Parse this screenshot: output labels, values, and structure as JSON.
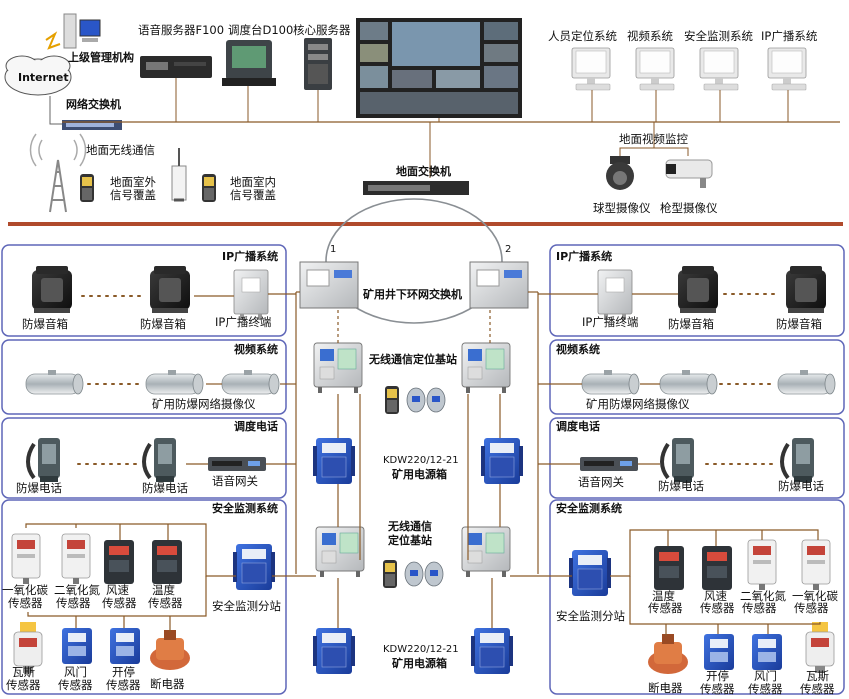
{
  "top": {
    "internet": "Internet",
    "upper_org": "上级管理机构",
    "net_switch": "网络交换机",
    "voice_server": "语音服务器F100",
    "dispatch": "调度台D100",
    "core_server": "核心服务器",
    "sys_personnel": "人员定位系统",
    "sys_video": "视频系统",
    "sys_safety": "安全监测系统",
    "sys_ipbroadcast": "IP广播系统",
    "surface_video": "地面视频监控",
    "dome_cam": "球型摄像仪",
    "bullet_cam": "枪型摄像仪",
    "surface_wireless": "地面无线通信",
    "outdoor_cov_1": "地面室外",
    "outdoor_cov_2": "信号覆盖",
    "indoor_cov_1": "地面室内",
    "indoor_cov_2": "信号覆盖",
    "surface_switch": "地面交换机"
  },
  "center": {
    "ring_switch": "矿用井下环网交换机",
    "ring_no_1": "1",
    "ring_no_2": "2",
    "base_station_1": "无线通信定位基站",
    "power_model_1": "KDW220/12-21",
    "power_name_1": "矿用电源箱",
    "base_station_2a": "无线通信",
    "base_station_2b": "定位基站",
    "power_model_2": "KDW220/12-21",
    "power_name_2": "矿用电源箱"
  },
  "left": {
    "ip_title": "IP广播系统",
    "ip_speaker_1": "防爆音箱",
    "ip_speaker_2": "防爆音箱",
    "ip_terminal": "IP广播终端",
    "video_title": "视频系统",
    "video_cam": "矿用防爆网络摄像仪",
    "phone_title": "调度电话",
    "phone_1": "防爆电话",
    "phone_2": "防爆电话",
    "voice_gw": "语音网关",
    "safety_title": "安全监测系统",
    "s_co_1": "一氧化碳",
    "s_co_2": "传感器",
    "s_co2_1": "二氧化氮",
    "s_co2_2": "传感器",
    "s_wind_1": "风速",
    "s_wind_2": "传感器",
    "s_temp_1": "温度",
    "s_temp_2": "传感器",
    "s_gas_1": "瓦斯",
    "s_gas_2": "传感器",
    "s_door_1": "风门",
    "s_door_2": "传感器",
    "s_onoff_1": "开停",
    "s_onoff_2": "传感器",
    "s_breaker": "断电器",
    "substation": "安全监测分站"
  },
  "right": {
    "ip_title": "IP广播系统",
    "ip_terminal": "IP广播终端",
    "ip_speaker_1": "防爆音箱",
    "ip_speaker_2": "防爆音箱",
    "video_title": "视频系统",
    "video_cam": "矿用防爆网络摄像仪",
    "phone_title": "调度电话",
    "voice_gw": "语音网关",
    "phone_1": "防爆电话",
    "phone_2": "防爆电话",
    "safety_title": "安全监测系统",
    "substation": "安全监测分站",
    "s_temp_1": "温度",
    "s_temp_2": "传感器",
    "s_wind_1": "风速",
    "s_wind_2": "传感器",
    "s_co2_1": "二氧化氮",
    "s_co2_2": "传感器",
    "s_co_1": "一氧化碳",
    "s_co_2": "传感器",
    "s_breaker": "断电器",
    "s_onoff_1": "开停",
    "s_onoff_2": "传感器",
    "s_door_1": "风门",
    "s_door_2": "传感器",
    "s_gas_1": "瓦斯",
    "s_gas_2": "传感器"
  },
  "colors": {
    "ground_line": "#b04a2c",
    "bus_line": "#8a5a28",
    "panel_border": "#5e66b8",
    "device_grey": "#d8dadc",
    "device_dark": "#222",
    "steel": "#b9c0c4",
    "blue_device": "#2a56c8",
    "screen_blue": "#3a6ed0"
  }
}
